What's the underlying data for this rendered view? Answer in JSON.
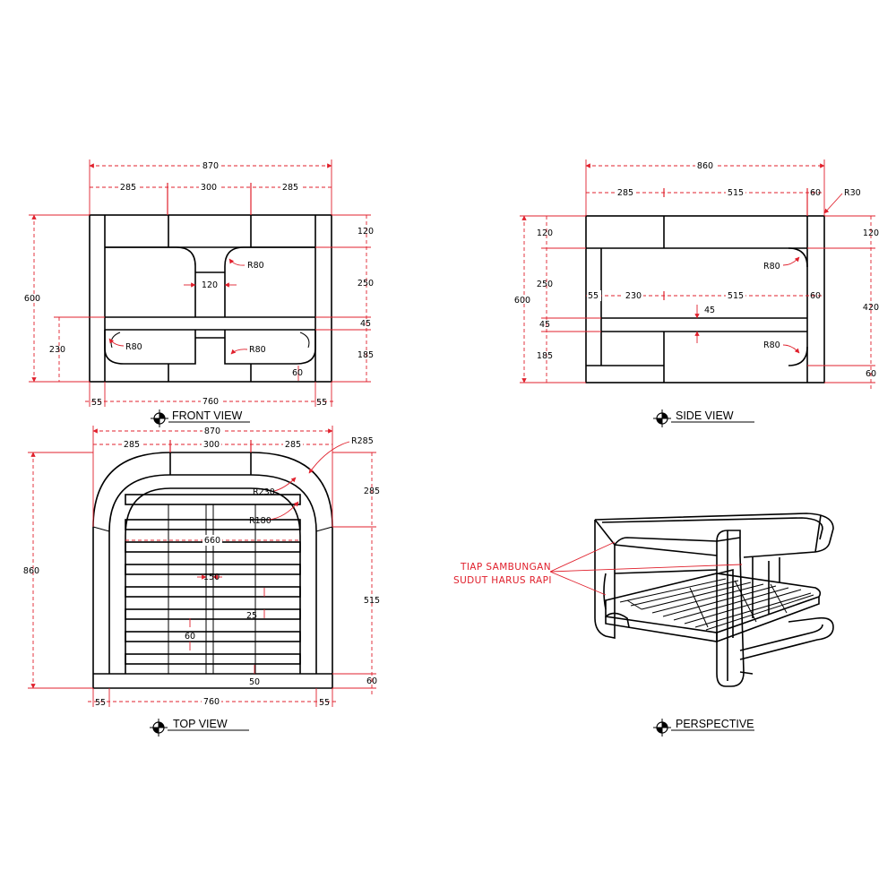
{
  "views": {
    "front": {
      "title": "FRONT VIEW"
    },
    "side": {
      "title": "SIDE VIEW"
    },
    "top": {
      "title": "TOP VIEW"
    },
    "perspective": {
      "title": "PERSPECTIVE"
    }
  },
  "front_dims": {
    "overall_width": "870",
    "seg_left": "285",
    "seg_mid": "300",
    "seg_right": "285",
    "height": "600",
    "seat_height": "230",
    "right_top": "120",
    "right_mid": "250",
    "right_seat": "45",
    "right_low": "185",
    "bottom_left": "55",
    "bottom_mid": "760",
    "bottom_right": "55",
    "mid_gap": "120",
    "foot": "60",
    "r_upper": "R80",
    "r_lower_left": "R80",
    "r_lower_right": "R80"
  },
  "side_dims": {
    "overall_depth": "860",
    "top_left": "285",
    "top_mid": "515",
    "top_right": "60",
    "corner_radius": "R30",
    "height": "600",
    "left_top": "120",
    "left_mid": "250",
    "left_seat": "45",
    "left_low": "185",
    "inner_left": "55",
    "inner_mid": "230",
    "inner_right": "515",
    "inner_end": "60",
    "seat": "45",
    "right_top": "120",
    "right_mid": "420",
    "right_foot": "60",
    "r_upper": "R80",
    "r_lower": "R80"
  },
  "top_dims": {
    "overall_width": "870",
    "radius_outer": "R285",
    "seg_left": "285",
    "seg_mid": "300",
    "seg_right": "285",
    "r_mid": "R230",
    "r_inner": "R180",
    "slat_span": "660",
    "slat_gap": "150",
    "slat_space": "25",
    "slat_width": "60",
    "front_rail": "50",
    "depth": "860",
    "right_back": "285",
    "right_front": "515",
    "right_rail": "60",
    "bottom_left": "55",
    "bottom_mid": "760",
    "bottom_right": "55"
  },
  "note": {
    "line1": "TIAP SAMBUNGAN",
    "line2": "SUDUT HARUS RAPI"
  }
}
